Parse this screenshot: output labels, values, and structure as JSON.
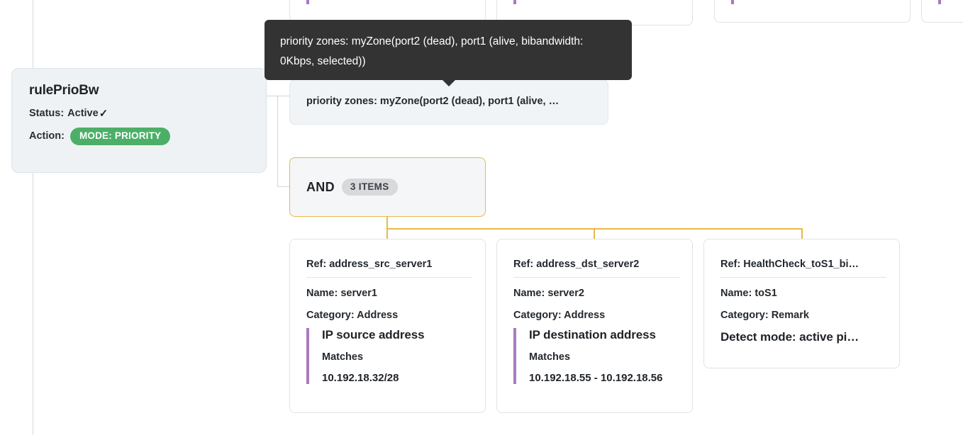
{
  "rule_card": {
    "title": "rulePrioBw",
    "status_label": "Status:",
    "status_value": "Active",
    "status_check": "✓",
    "action_label": "Action:",
    "action_badge": "MODE: PRIORITY",
    "badge_color": "#4caf68"
  },
  "tooltip": {
    "text": "priority zones: myZone(port2 (dead), port1 (alive, bibandwidth: 0Kbps, selected))",
    "background": "#333333"
  },
  "priority_zones_card": {
    "text": "priority zones: myZone(port2 (dead), port1 (alive, …"
  },
  "operator_card": {
    "label": "AND",
    "count_badge": "3 ITEMS",
    "border_color": "#e9b949"
  },
  "leaf_cards": [
    {
      "ref": "Ref: address_src_server1",
      "name": "Name: server1",
      "category": "Category: Address",
      "detail_title": "IP source address",
      "detail_sub": "Matches",
      "detail_value": "10.192.18.32/28",
      "accent_color": "#a87ac0"
    },
    {
      "ref": "Ref: address_dst_server2",
      "name": "Name: server2",
      "category": "Category: Address",
      "detail_title": "IP destination address",
      "detail_sub": "Matches",
      "detail_value": "10.192.18.55 - 10.192.18.56",
      "accent_color": "#a87ac0"
    },
    {
      "ref": "Ref: HealthCheck_toS1_bi…",
      "name": "Name: toS1",
      "category": "Category: Remark",
      "detail_title": "Detect mode: active pi…",
      "detail_sub": "",
      "detail_value": "",
      "accent_color": "#a87ac0"
    }
  ],
  "top_partial_cards": [
    {
      "ghost_text": ""
    },
    {
      "ghost_text": ""
    },
    {
      "ghost_text": ""
    },
    {
      "ghost_text": ""
    }
  ],
  "connector_colors": {
    "gray": "#cfd6db",
    "orange": "#e9b949",
    "guide": "#d5d9dc"
  }
}
